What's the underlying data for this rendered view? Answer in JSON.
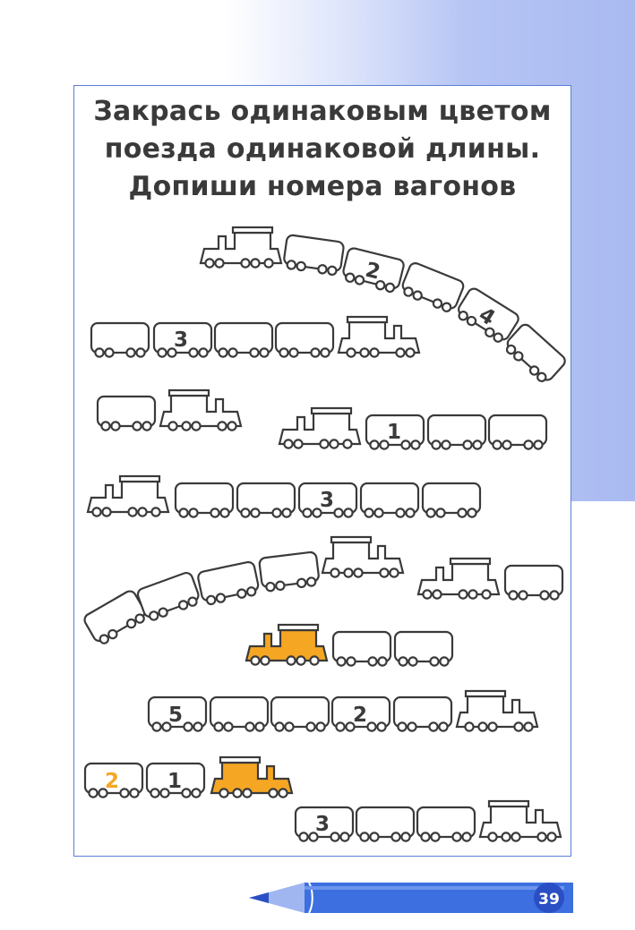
{
  "title": {
    "line1": "Закрась одинаковым цветом",
    "line2": "поезда одинаковой длины.",
    "line3": "Допиши номера вагонов"
  },
  "wagon_numbers": {
    "train1_w2": "2",
    "train1_w4": "4",
    "train2_w2": "3",
    "train4_w1": "1",
    "train5_w4": "3",
    "train9_w1": "5",
    "train9_w4": "2",
    "train10_w1": "2",
    "train10_w2": "1",
    "train11_w1": "3"
  },
  "page_number": "39",
  "colors": {
    "outline": "#3a3a3a",
    "accent_orange": "#f5a623",
    "frame": "#5a7fd6",
    "page_badge": "#2a4fc4",
    "pencil": "#3d6fe0"
  },
  "icons": [
    "locomotive-icon",
    "wagon-icon",
    "pencil-icon"
  ]
}
